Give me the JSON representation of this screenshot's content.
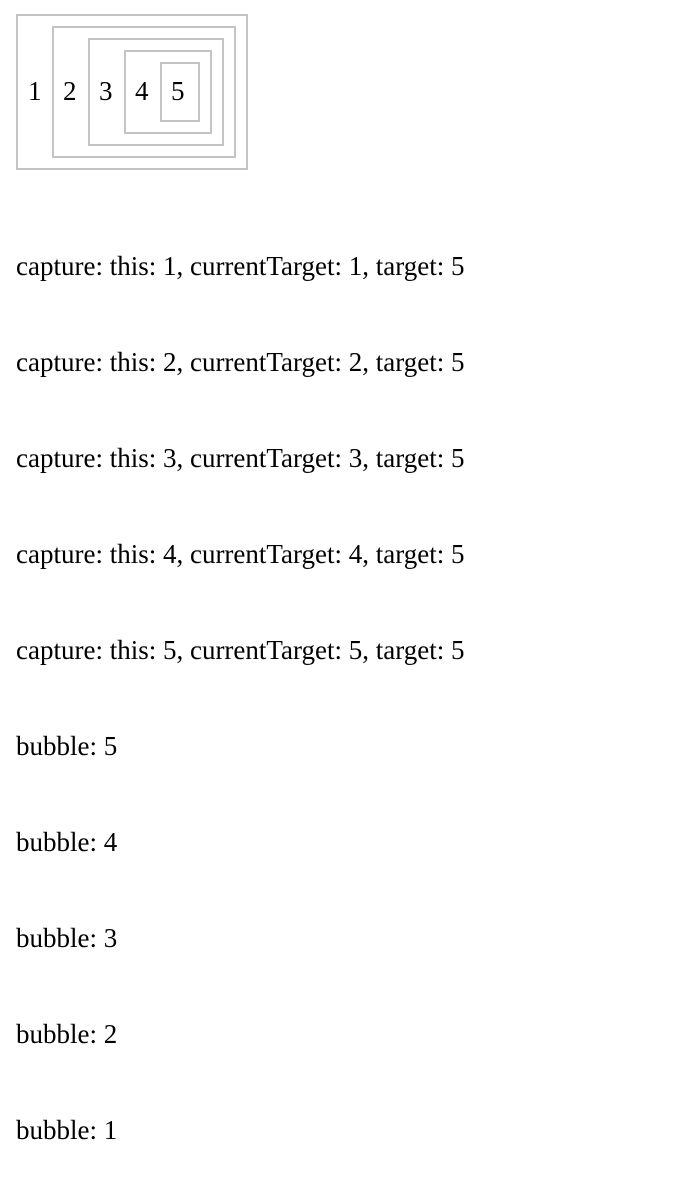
{
  "boxes": [
    {
      "label": "1"
    },
    {
      "label": "2"
    },
    {
      "label": "3"
    },
    {
      "label": "4"
    },
    {
      "label": "5"
    }
  ],
  "log": [
    "capture: this: 1, currentTarget: 1, target: 5",
    "capture: this: 2, currentTarget: 2, target: 5",
    "capture: this: 3, currentTarget: 3, target: 5",
    "capture: this: 4, currentTarget: 4, target: 5",
    "capture: this: 5, currentTarget: 5, target: 5",
    "bubble: 5",
    "bubble: 4",
    "bubble: 3",
    "bubble: 2",
    "bubble: 1"
  ]
}
